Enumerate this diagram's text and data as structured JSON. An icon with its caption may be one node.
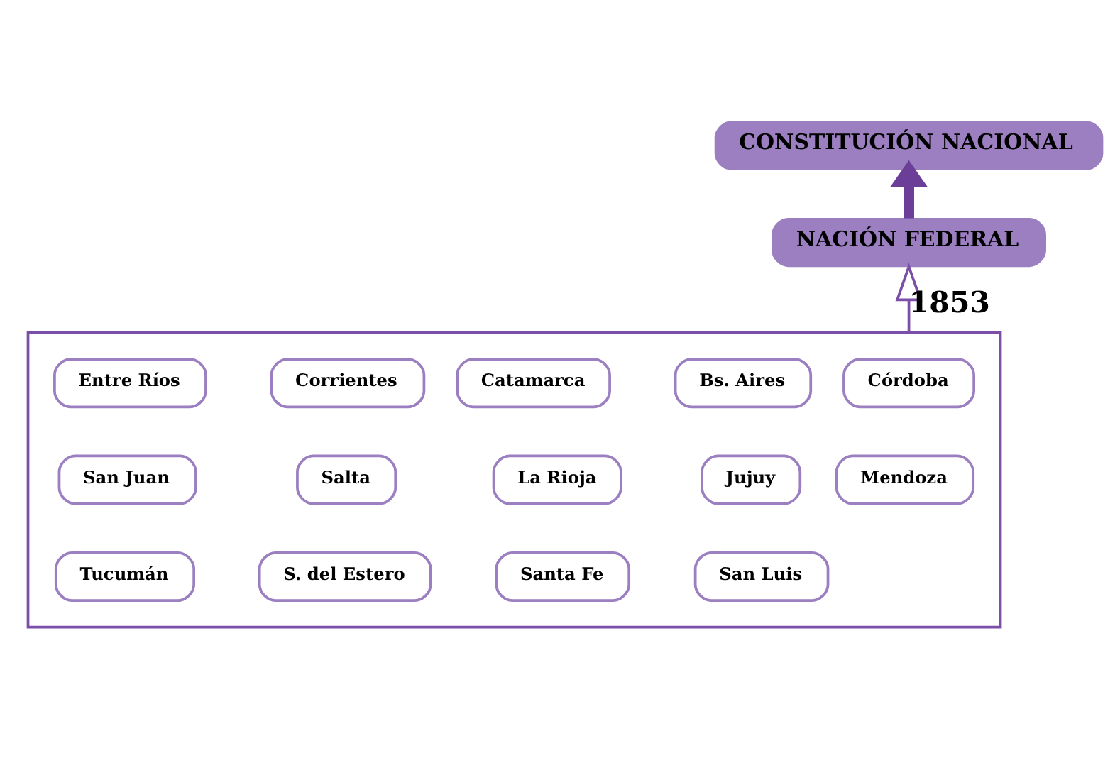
{
  "diagram": {
    "nodes": [
      {
        "text": [
          "CONSTITUCIÓN NACIONAL"
        ]
      },
      {
        "text": [
          "NACIÓN FEDERAL"
        ]
      },
      {
        "text": [],
        "shape": "box"
      },
      {
        "text": [
          "Bs. Aires"
        ],
        "in": 2
      },
      {
        "text": [
          "Catamarca"
        ],
        "in": 2
      },
      {
        "text": [
          "Córdoba"
        ],
        "in": 2
      },
      {
        "text": [
          "Corrientes"
        ],
        "in": 2
      },
      {
        "text": [
          "Entre Ríos"
        ],
        "in": 2
      },
      {
        "text": [
          "Jujuy"
        ],
        "in": 2
      },
      {
        "text": [
          "La Rioja"
        ],
        "in": 2
      },
      {
        "text": [
          "Mendoza"
        ],
        "in": 2
      },
      {
        "text": [
          "Salta"
        ],
        "in": 2
      },
      {
        "text": [
          "San Juan"
        ],
        "in": 2
      },
      {
        "text": [
          "San Luis"
        ],
        "in": 2
      },
      {
        "text": [
          "Santa Fe"
        ],
        "in": 2
      },
      {
        "text": [
          "S. del Estero"
        ],
        "in": 2
      },
      {
        "text": [
          "Tucumán"
        ],
        "in": 2
      }
    ],
    "edges": [
      {
        "from": 1,
        "to": 0,
        "arrow": "to",
        "style": "thick",
        "color": "#6b3f98"
      },
      {
        "from": 2,
        "to": 1,
        "arrow": "to",
        "label": "1853"
      }
    ]
  }
}
